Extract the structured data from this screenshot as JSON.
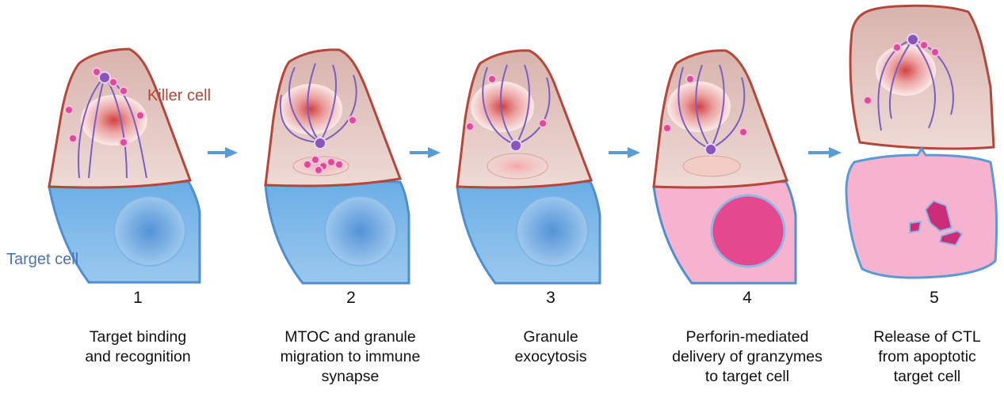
{
  "labels": {
    "killer_cell": "Killer cell",
    "target_cell": "Target cell"
  },
  "colors": {
    "killer_fill": "#e3c3bd",
    "killer_stroke": "#b5473a",
    "target_fill": "#7fb6e3",
    "target_stroke": "#4f8fcf",
    "target_dying_fill": "#f6b3cf",
    "granule": "#e0489a",
    "mtoc": "#8a55bb",
    "microtubule": "#7a5fc0",
    "arrow": "#5b9bd5",
    "nucleus_core": "#d13a3a",
    "fragment": "#cc2d7a"
  },
  "steps": [
    {
      "number": "1",
      "caption": "Target binding\nand recognition"
    },
    {
      "number": "2",
      "caption": "MTOC and granule\nmigration to immune\nsynapse"
    },
    {
      "number": "3",
      "caption": "Granule\nexocytosis"
    },
    {
      "number": "4",
      "caption": "Perforin-mediated\ndelivery of granzymes\nto target cell"
    },
    {
      "number": "5",
      "caption": "Release of CTL\nfrom apoptotic\ntarget cell"
    }
  ]
}
